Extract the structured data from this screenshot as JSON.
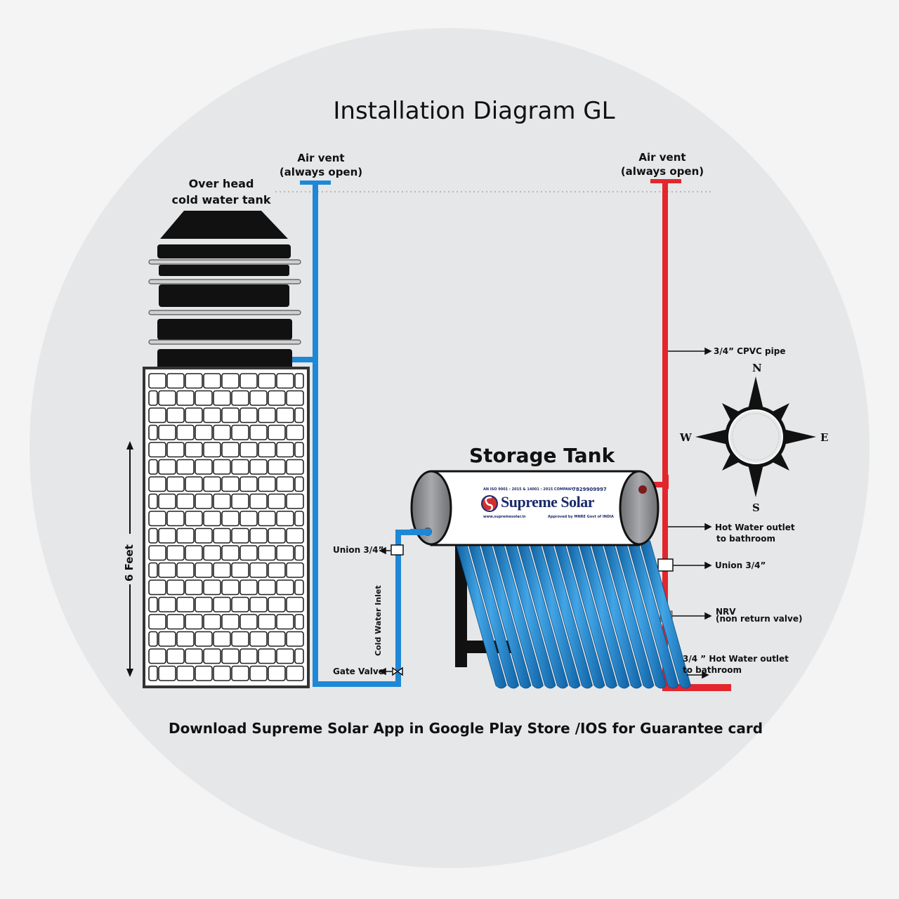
{
  "diagram": {
    "title": "Installation Diagram GL",
    "overhead_tank_label": [
      "Over head",
      "cold water tank"
    ],
    "air_vent_left": [
      "Air vent",
      "(always open)"
    ],
    "air_vent_right": [
      "Air vent",
      "(always open)"
    ],
    "storage_tank_label": "Storage Tank",
    "tank_brand": {
      "name": "Supreme Solar",
      "cert": "AN ISO 9001 : 2015 & 14001 : 2015 COMPANY",
      "phone": "7829909997",
      "website": "www.supremesolar.in",
      "approval": "Approved by MNRE Govt of INDIA"
    },
    "height_label": "6 Feet",
    "cold_water_inlet": "Cold Water Inlet",
    "union_left": "Union 3/4”",
    "gate_valve": "Gate Valve",
    "cpvc_pipe": "3/4” CPVC pipe",
    "hot_outlet": [
      "Hot Water outlet",
      "to bathroom"
    ],
    "union_right": "Union 3/4”",
    "nrv": [
      "NRV",
      "(non return valve)"
    ],
    "hot_outlet_34": [
      "3/4 ” Hot Water outlet",
      "to bathroom"
    ],
    "compass": {
      "n": "N",
      "s": "S",
      "e": "E",
      "w": "W"
    },
    "footer": "Download Supreme Solar App in Google Play Store /IOS for Guarantee card"
  },
  "colors": {
    "background": "#f4f4f4",
    "circle": "#e6e7e8",
    "cold_pipe": "#1e88d6",
    "hot_pipe": "#e3262d",
    "tube": "#2a8fd1",
    "tank_black": "#111111"
  }
}
